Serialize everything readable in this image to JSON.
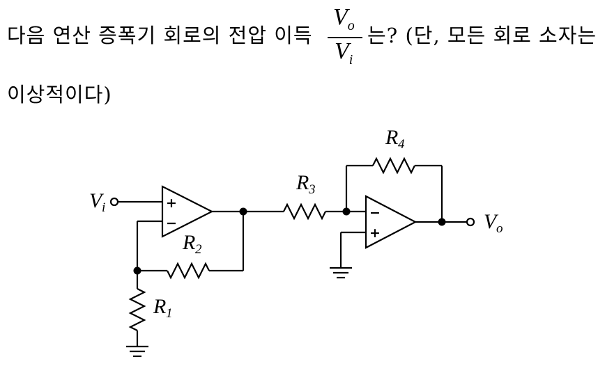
{
  "question": {
    "line1_before": "다음 연산 증폭기 회로의 전압 이득",
    "fraction": {
      "num_main": "V",
      "num_sub": "o",
      "den_main": "V",
      "den_sub": "i"
    },
    "line1_after": "는? (단, 모든 회로 소자는",
    "line2": "이상적이다)"
  },
  "circuit": {
    "input": {
      "main": "V",
      "sub": "i"
    },
    "output": {
      "main": "V",
      "sub": "o"
    },
    "r1": {
      "main": "R",
      "sub": "1"
    },
    "r2": {
      "main": "R",
      "sub": "2"
    },
    "r3": {
      "main": "R",
      "sub": "3"
    },
    "r4": {
      "main": "R",
      "sub": "4"
    },
    "opamp1": {
      "plus": "+",
      "minus": "−"
    },
    "opamp2": {
      "plus": "+",
      "minus": "−"
    }
  }
}
